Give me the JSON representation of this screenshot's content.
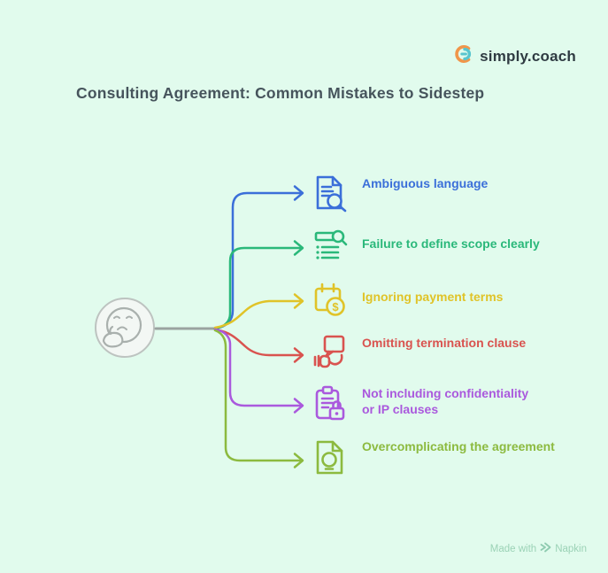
{
  "page": {
    "background_color": "#e1fbed"
  },
  "header": {
    "logo_text": "simply.coach",
    "logo_colors": {
      "orange": "#f0964a",
      "teal": "#58c5ce"
    }
  },
  "title": "Consulting Agreement: Common Mistakes to Sidestep",
  "diagram": {
    "center_icon": "thinking-face",
    "connector_gray": "#9aa3a0",
    "mistakes": [
      {
        "label": "Ambiguous language",
        "color": "#3b6fd9",
        "icon": "document-search"
      },
      {
        "label": "Failure to define scope clearly",
        "color": "#2ab87a",
        "icon": "list-search"
      },
      {
        "label": "Ignoring payment terms",
        "color": "#e0c328",
        "icon": "calendar-dollar"
      },
      {
        "label": "Omitting termination clause",
        "color": "#d9534f",
        "icon": "hand-message"
      },
      {
        "label": "Not including confidentiality or IP clauses",
        "color": "#aa59dd",
        "icon": "clipboard-lock"
      },
      {
        "label": "Overcomplicating the agreement",
        "color": "#8cba3f",
        "icon": "document-idea"
      }
    ]
  },
  "footer": {
    "made_with": "Made with",
    "brand": "Napkin"
  }
}
